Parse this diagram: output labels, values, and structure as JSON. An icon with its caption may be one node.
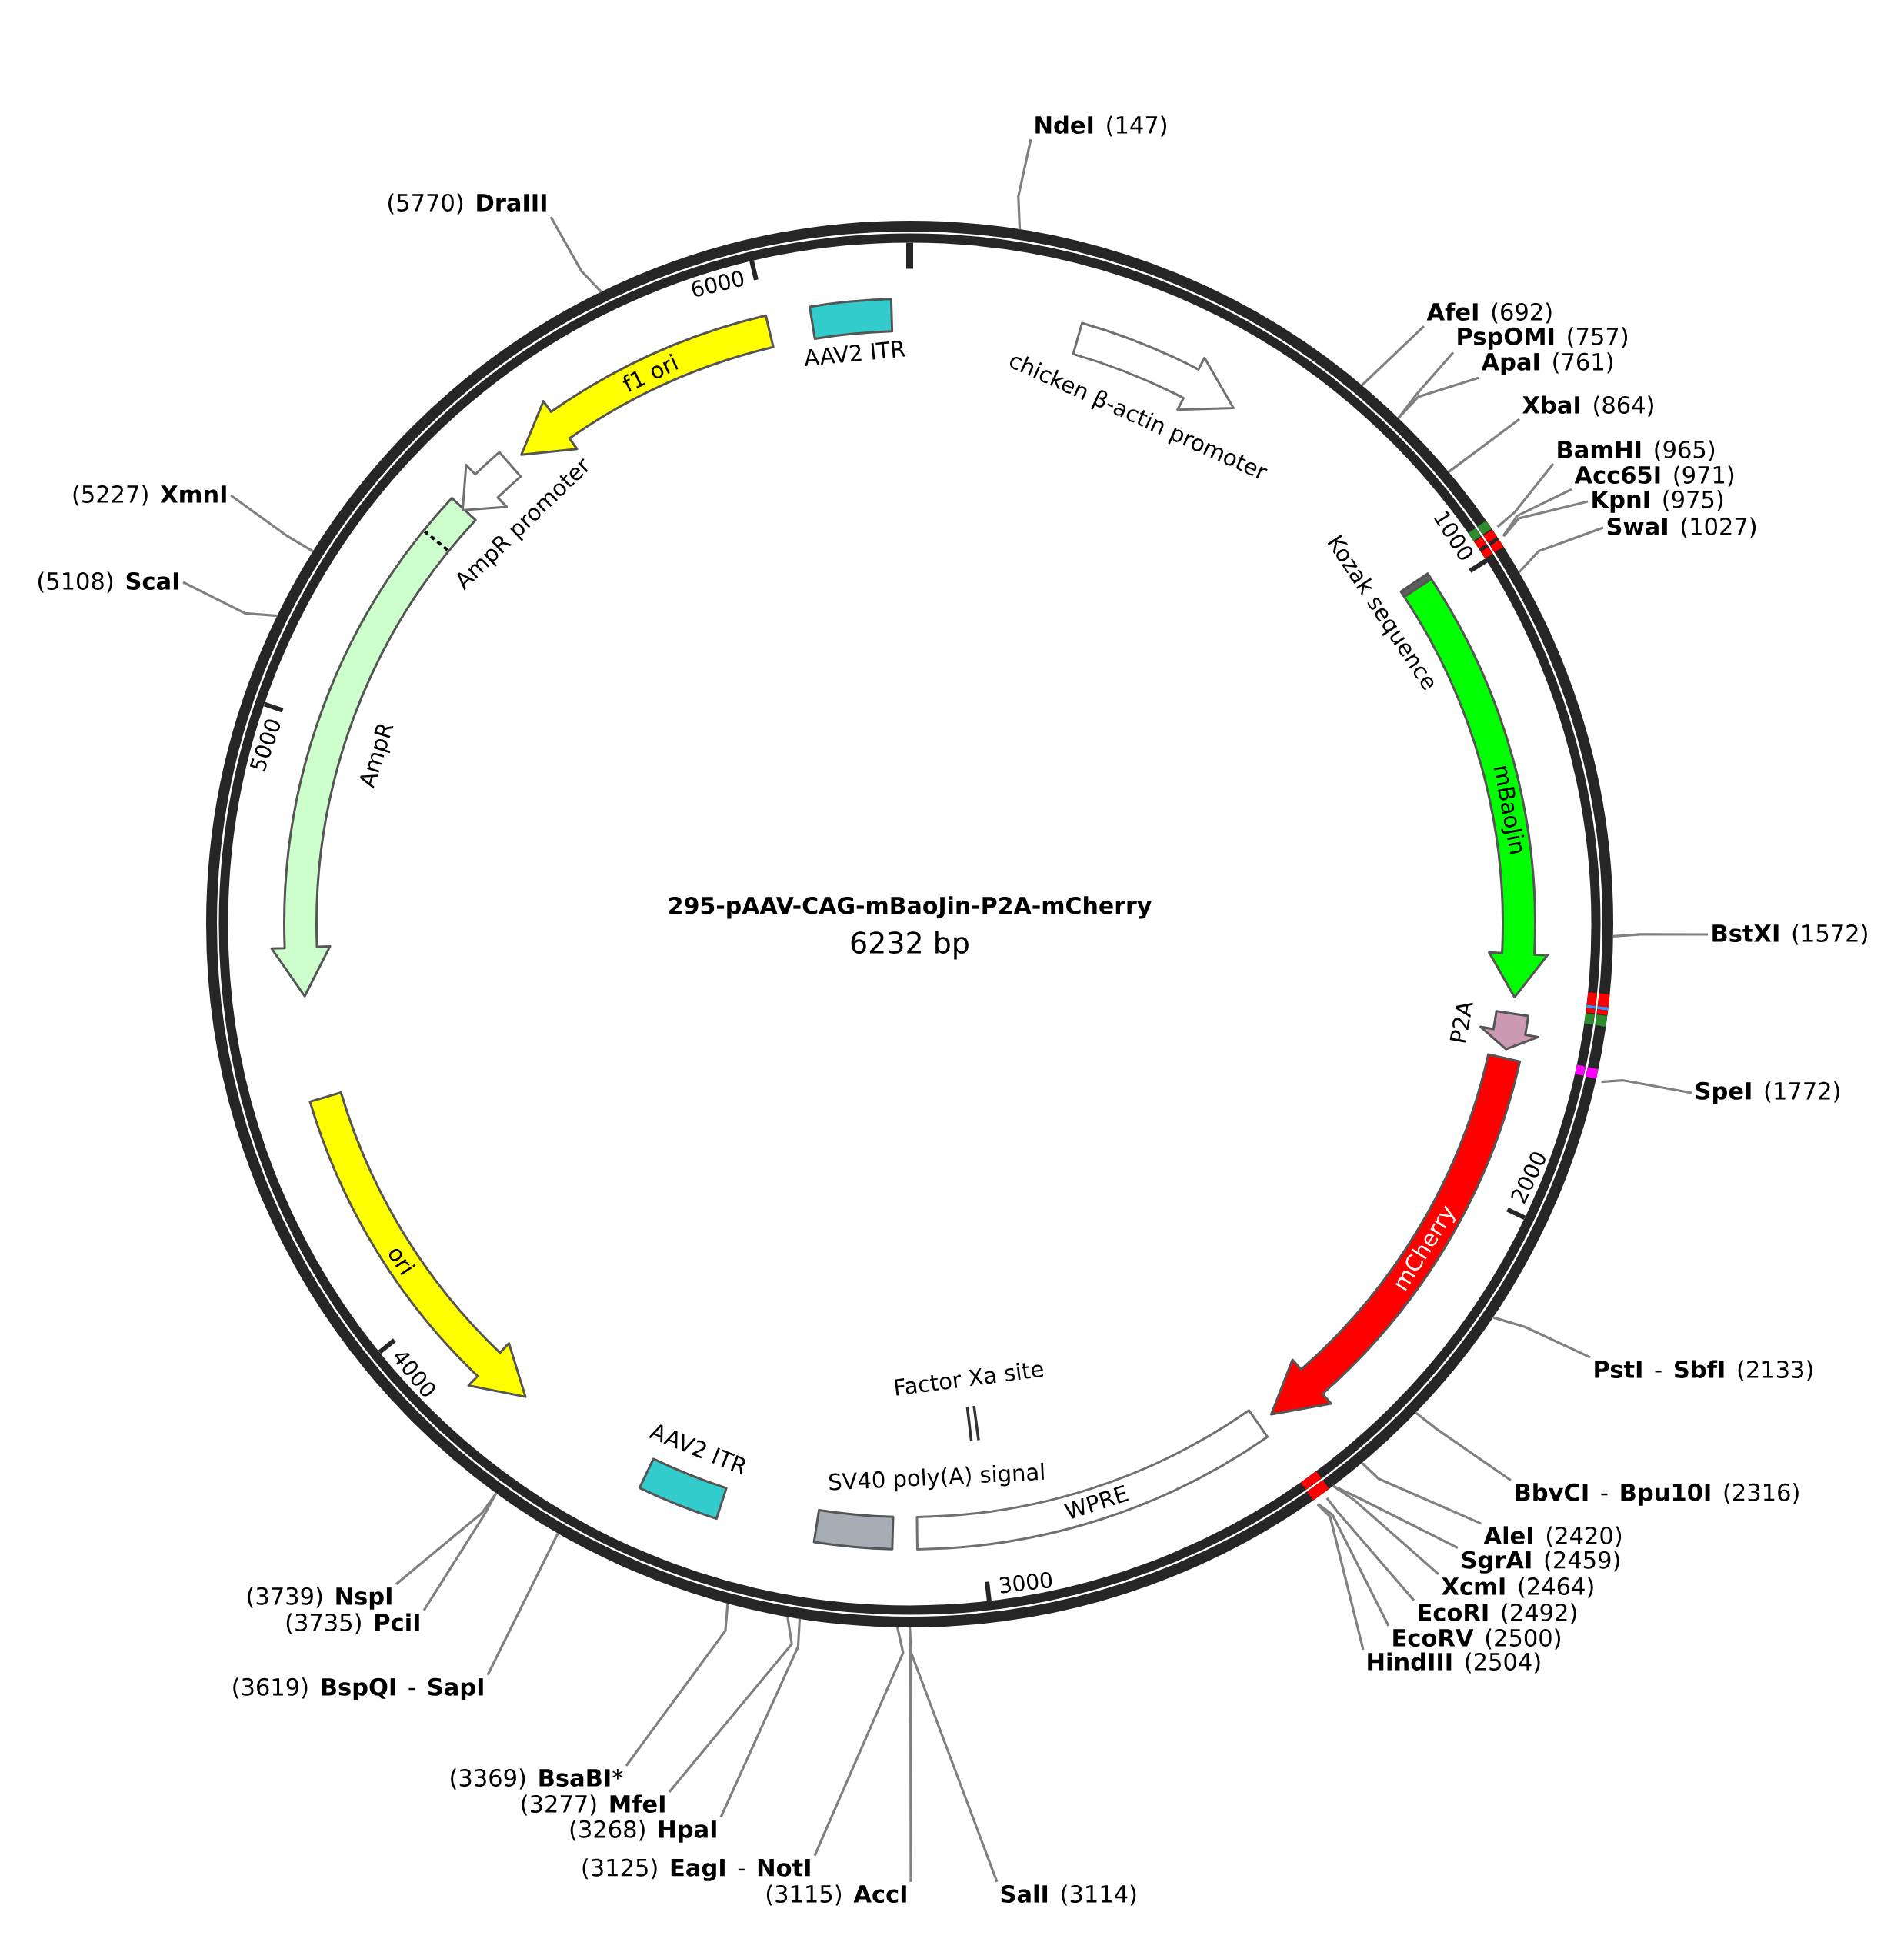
{
  "diagram": {
    "title": "295-pAAV-CAG-mBaoJin-P2A-mCherry",
    "nodes": [
      {
        "text": [],
        "shape": "circle"
      },
      {
        "text": [
          "AAV2 ITR"
        ],
        "in": 0
      },
      {
        "text": [
          "chicken β-actin promoter"
        ],
        "in": 0
      },
      {
        "text": [
          "Kozak sequence"
        ],
        "in": 0
      },
      {
        "text": [
          "mBaoJin"
        ],
        "in": 0
      },
      {
        "text": [
          "P2A"
        ],
        "in": 0
      },
      {
        "text": [
          "mCherry"
        ],
        "in": 0
      },
      {
        "text": [
          "WPRE"
        ],
        "in": 0
      },
      {
        "text": [
          "Factor Xa site"
        ],
        "in": 0
      },
      {
        "text": [
          "SV40 poly(A) signal"
        ],
        "in": 0
      },
      {
        "text": [
          "AAV2 ITR"
        ],
        "in": 0
      },
      {
        "text": [
          "ori"
        ],
        "in": 0
      },
      {
        "text": [
          "AmpR"
        ],
        "in": 0
      },
      {
        "text": [
          "AmpR promoter"
        ],
        "in": 0
      },
      {
        "text": [
          "f1 ori"
        ],
        "in": 0
      },
      {
        "text": [
          "**NdeI** (147)"
        ]
      },
      {
        "text": [
          "**AfeI** (692)"
        ]
      },
      {
        "text": [
          "**PspOMI** (757)"
        ]
      },
      {
        "text": [
          "**ApaI** (761)"
        ]
      },
      {
        "text": [
          "**XbaI** (864)"
        ]
      },
      {
        "text": [
          "**BamHI** (965)"
        ]
      },
      {
        "text": [
          "**Acc65I** (971)"
        ]
      },
      {
        "text": [
          "**KpnI** (975)"
        ]
      },
      {
        "text": [
          "**SwaI** (1027)"
        ]
      },
      {
        "text": [
          "**BstXI** (1572)"
        ]
      },
      {
        "text": [
          "**SpeI** (1772)"
        ]
      },
      {
        "text": [
          "**PstI** - **SbfI** (2133)"
        ]
      },
      {
        "text": [
          "**BbvCI** - **Bpu10I** (2316)"
        ]
      },
      {
        "text": [
          "**AleI** (2420)"
        ]
      },
      {
        "text": [
          "**SgrAI** (2459)"
        ]
      },
      {
        "text": [
          "**XcmI** (2464)"
        ]
      },
      {
        "text": [
          "**EcoRI** (2492)"
        ]
      },
      {
        "text": [
          "**EcoRV** (2500)"
        ]
      },
      {
        "text": [
          "**HindIII** (2504)"
        ]
      },
      {
        "text": [
          "**SalI** (3114)"
        ]
      },
      {
        "text": [
          "(3115) **AccI**"
        ]
      },
      {
        "text": [
          "(3125) **EagI** - **NotI**"
        ]
      },
      {
        "text": [
          "(3268) **HpaI**"
        ]
      },
      {
        "text": [
          "(3277) **MfeI**"
        ]
      },
      {
        "text": [
          "(3369) **BsaBI***"
        ]
      },
      {
        "text": [
          "(3619) **BspQI** - **SapI**"
        ]
      },
      {
        "text": [
          "(3735) **PciI**"
        ]
      },
      {
        "text": [
          "(3739) **NspI**"
        ]
      },
      {
        "text": [
          "(5108) **ScaI**"
        ]
      },
      {
        "text": [
          "(5227) **XmnI**"
        ]
      },
      {
        "text": [
          "(5770) **DraIII**"
        ]
      }
    ],
    "edges": [
      {
        "from": 15,
        "to": 0,
        "arrow": "none"
      },
      {
        "from": 16,
        "to": 0,
        "arrow": "none"
      },
      {
        "from": 17,
        "to": 0,
        "arrow": "none"
      },
      {
        "from": 18,
        "to": 0,
        "arrow": "none"
      },
      {
        "from": 19,
        "to": 0,
        "arrow": "none"
      },
      {
        "from": 20,
        "to": 0,
        "arrow": "none"
      },
      {
        "from": 21,
        "to": 0,
        "arrow": "none"
      },
      {
        "from": 22,
        "to": 0,
        "arrow": "none"
      },
      {
        "from": 23,
        "to": 0,
        "arrow": "none"
      },
      {
        "from": 24,
        "to": 0,
        "arrow": "none"
      },
      {
        "from": 25,
        "to": 0,
        "arrow": "none"
      },
      {
        "from": 26,
        "to": 0,
        "arrow": "none"
      },
      {
        "from": 27,
        "to": 0,
        "arrow": "none"
      },
      {
        "from": 28,
        "to": 0,
        "arrow": "none"
      },
      {
        "from": 29,
        "to": 0,
        "arrow": "none"
      },
      {
        "from": 30,
        "to": 0,
        "arrow": "none"
      },
      {
        "from": 31,
        "to": 0,
        "arrow": "none"
      },
      {
        "from": 32,
        "to": 0,
        "arrow": "none"
      },
      {
        "from": 33,
        "to": 0,
        "arrow": "none"
      },
      {
        "from": 34,
        "to": 0,
        "arrow": "none"
      },
      {
        "from": 35,
        "to": 0,
        "arrow": "none"
      },
      {
        "from": 36,
        "to": 0,
        "arrow": "none"
      },
      {
        "from": 37,
        "to": 0,
        "arrow": "none"
      },
      {
        "from": 38,
        "to": 0,
        "arrow": "none"
      },
      {
        "from": 39,
        "to": 0,
        "arrow": "none"
      },
      {
        "from": 40,
        "to": 0,
        "arrow": "none"
      },
      {
        "from": 41,
        "to": 0,
        "arrow": "none"
      },
      {
        "from": 42,
        "to": 0,
        "arrow": "none"
      },
      {
        "from": 43,
        "to": 0,
        "arrow": "none"
      },
      {
        "from": 44,
        "to": 0,
        "arrow": "none"
      },
      {
        "from": 45,
        "to": 0,
        "arrow": "none"
      }
    ],
    "labels": [
      "6232 bp",
      "1000",
      "2000",
      "3000",
      "4000",
      "5000",
      "6000"
    ]
  }
}
